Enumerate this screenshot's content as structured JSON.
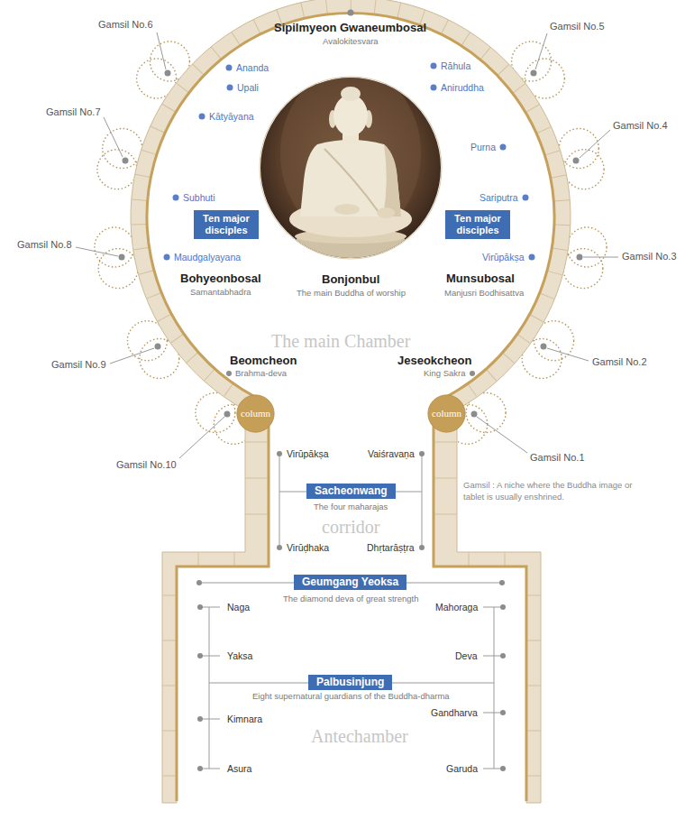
{
  "diagram": {
    "nodes": [
      {
        "text": [
          "Ten major disciples"
        ]
      },
      {
        "text": [
          "Ten major disciples"
        ]
      },
      {
        "text": [
          "column"
        ]
      },
      {
        "text": [
          "column"
        ]
      },
      {
        "text": [
          "Sacheonwang"
        ]
      },
      {
        "text": [
          "Geumgang Yeoksa"
        ]
      },
      {
        "text": [
          "Palbusinjung"
        ]
      }
    ],
    "labels": [
      "Gamsil No.6",
      "Gamsil No.5",
      "Gamsil No.7",
      "Gamsil No.4",
      "Gamsil No.8",
      "Gamsil No.3",
      "Gamsil No.9",
      "Gamsil No.2",
      "Gamsil No.10",
      "Gamsil No.1",
      "Sipilmyeon Gwaneumbosal",
      "Avalokitesvara",
      "Ananda",
      "Rāhula",
      "Upali",
      "Aniruddha",
      "Kātyāyana",
      "Purna",
      "Subhuti",
      "Sariputra",
      "Maudgalyayana",
      "Virūpākṣa",
      "Bohyeonbosal",
      "Samantabhadra",
      "Bonjonbul",
      "The main Buddha of worship",
      "Munsubosal",
      "Manjusri Bodhisattva",
      "The main Chamber",
      "Beomcheon",
      "Brahma-deva",
      "Jeseokcheon",
      "King Sakra",
      "Virūpākṣa",
      "Vaiśravaṇa",
      "The four maharajas",
      "corridor",
      "Virūḍhaka",
      "Dhṛtarāṣṭra",
      "Gamsil : A niche where the Buddha image or tablet is usually enshrined.",
      "The diamond deva of great strength",
      "Naga",
      "Mahoraga",
      "Yaksa",
      "Deva",
      "Eight supernatural guardians of the Buddha-dharma",
      "Kimnara",
      "Gandharva",
      "Asura",
      "Garuda",
      "Antechamber"
    ]
  }
}
